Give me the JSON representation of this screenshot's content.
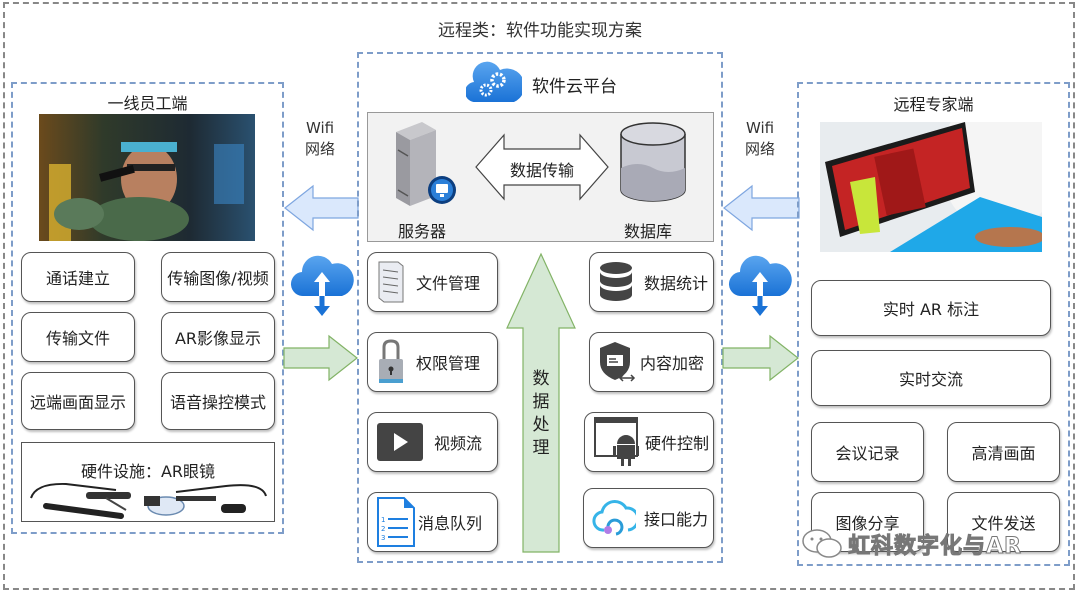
{
  "title": "远程类：软件功能实现方案",
  "worker": {
    "title": "一线员工端",
    "photo": "worker-with-ar-glasses-photo",
    "features": [
      "通话建立",
      "传输图像/视频",
      "传输文件",
      "AR影像显示",
      "远端画面显示",
      "语音操控模式"
    ],
    "hardware_title": "硬件设施：AR眼镜"
  },
  "network_left": {
    "line1": "Wifi",
    "line2": "网络"
  },
  "network_right": {
    "line1": "Wifi",
    "line2": "网络"
  },
  "cloud": {
    "title": "软件云平台",
    "server_label": "服务器",
    "database_label": "数据库",
    "transfer_label": "数据传输",
    "processing_label": [
      "数",
      "据",
      "处",
      "理"
    ],
    "left_modules": [
      {
        "label": "文件管理",
        "icon": "document-icon"
      },
      {
        "label": "权限管理",
        "icon": "padlock-icon"
      },
      {
        "label": "视频流",
        "icon": "play-icon"
      },
      {
        "label": "消息队列",
        "icon": "numbered-list-icon"
      }
    ],
    "right_modules": [
      {
        "label": "数据统计",
        "icon": "database-icon"
      },
      {
        "label": "内容加密",
        "icon": "shield-icon"
      },
      {
        "label": "硬件控制",
        "icon": "android-window-icon"
      },
      {
        "label": "接口能力",
        "icon": "cloud-api-icon"
      }
    ]
  },
  "expert": {
    "title": "远程专家端",
    "photo": "tablet-laptop-photo",
    "features_wide": [
      "实时 AR 标注",
      "实时交流"
    ],
    "features_grid": [
      "会议记录",
      "高清画面",
      "图像分享",
      "文件发送"
    ]
  },
  "watermark": "虹科数字化与AR",
  "colors": {
    "panel_border": "#7e9dc9",
    "left_arrow_fill": "#dae8fc",
    "right_arrow_fill": "#d5e8d4",
    "cloud_blue": "#1e7fe0"
  }
}
